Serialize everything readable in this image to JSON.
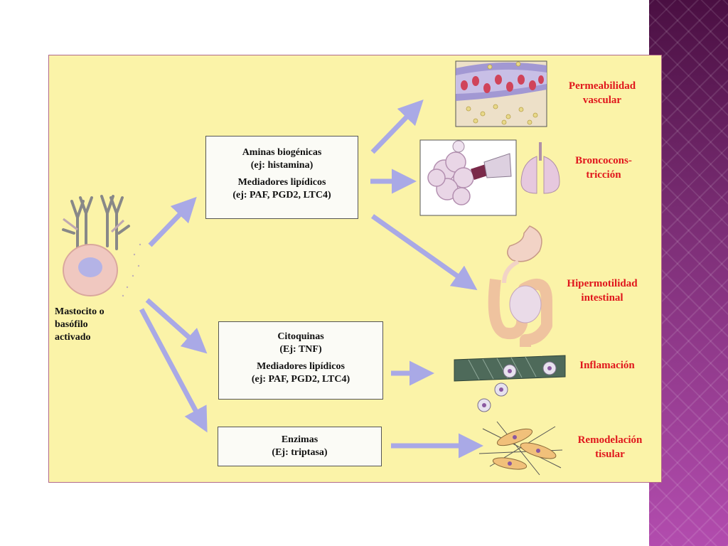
{
  "mastocyte_label": [
    "Mastocito o",
    "basófilo",
    "activado"
  ],
  "boxes": {
    "aminas": {
      "title": "Aminas biogénicas",
      "example": "(ej: histamina)",
      "sub_title": "Mediadores lipídicos",
      "sub_example": "(ej: PAF, PGD2, LTC4)"
    },
    "citoquinas": {
      "title": "Citoquinas",
      "example": "(Ej: TNF)",
      "sub_title": "Mediadores lipídicos",
      "sub_example": "(ej: PAF, PGD2, LTC4)"
    },
    "enzimas": {
      "title": "Enzimas",
      "example": "(Ej: triptasa)"
    }
  },
  "outcomes": {
    "permeabilidad": [
      "Permeabilidad",
      "vascular"
    ],
    "bronco": [
      "Broncocons-",
      "tricción"
    ],
    "hipermotilidad": [
      "Hipermotilidad",
      "intestinal"
    ],
    "inflamacion": [
      "Inflamación"
    ],
    "remodelacion": [
      "Remodelación",
      "tisular"
    ]
  },
  "colors": {
    "slide_background": "#fbf3a8",
    "outcome_text": "#e0161c",
    "arrow": "#a9a9e6",
    "side_band": "#8e3a8a"
  }
}
